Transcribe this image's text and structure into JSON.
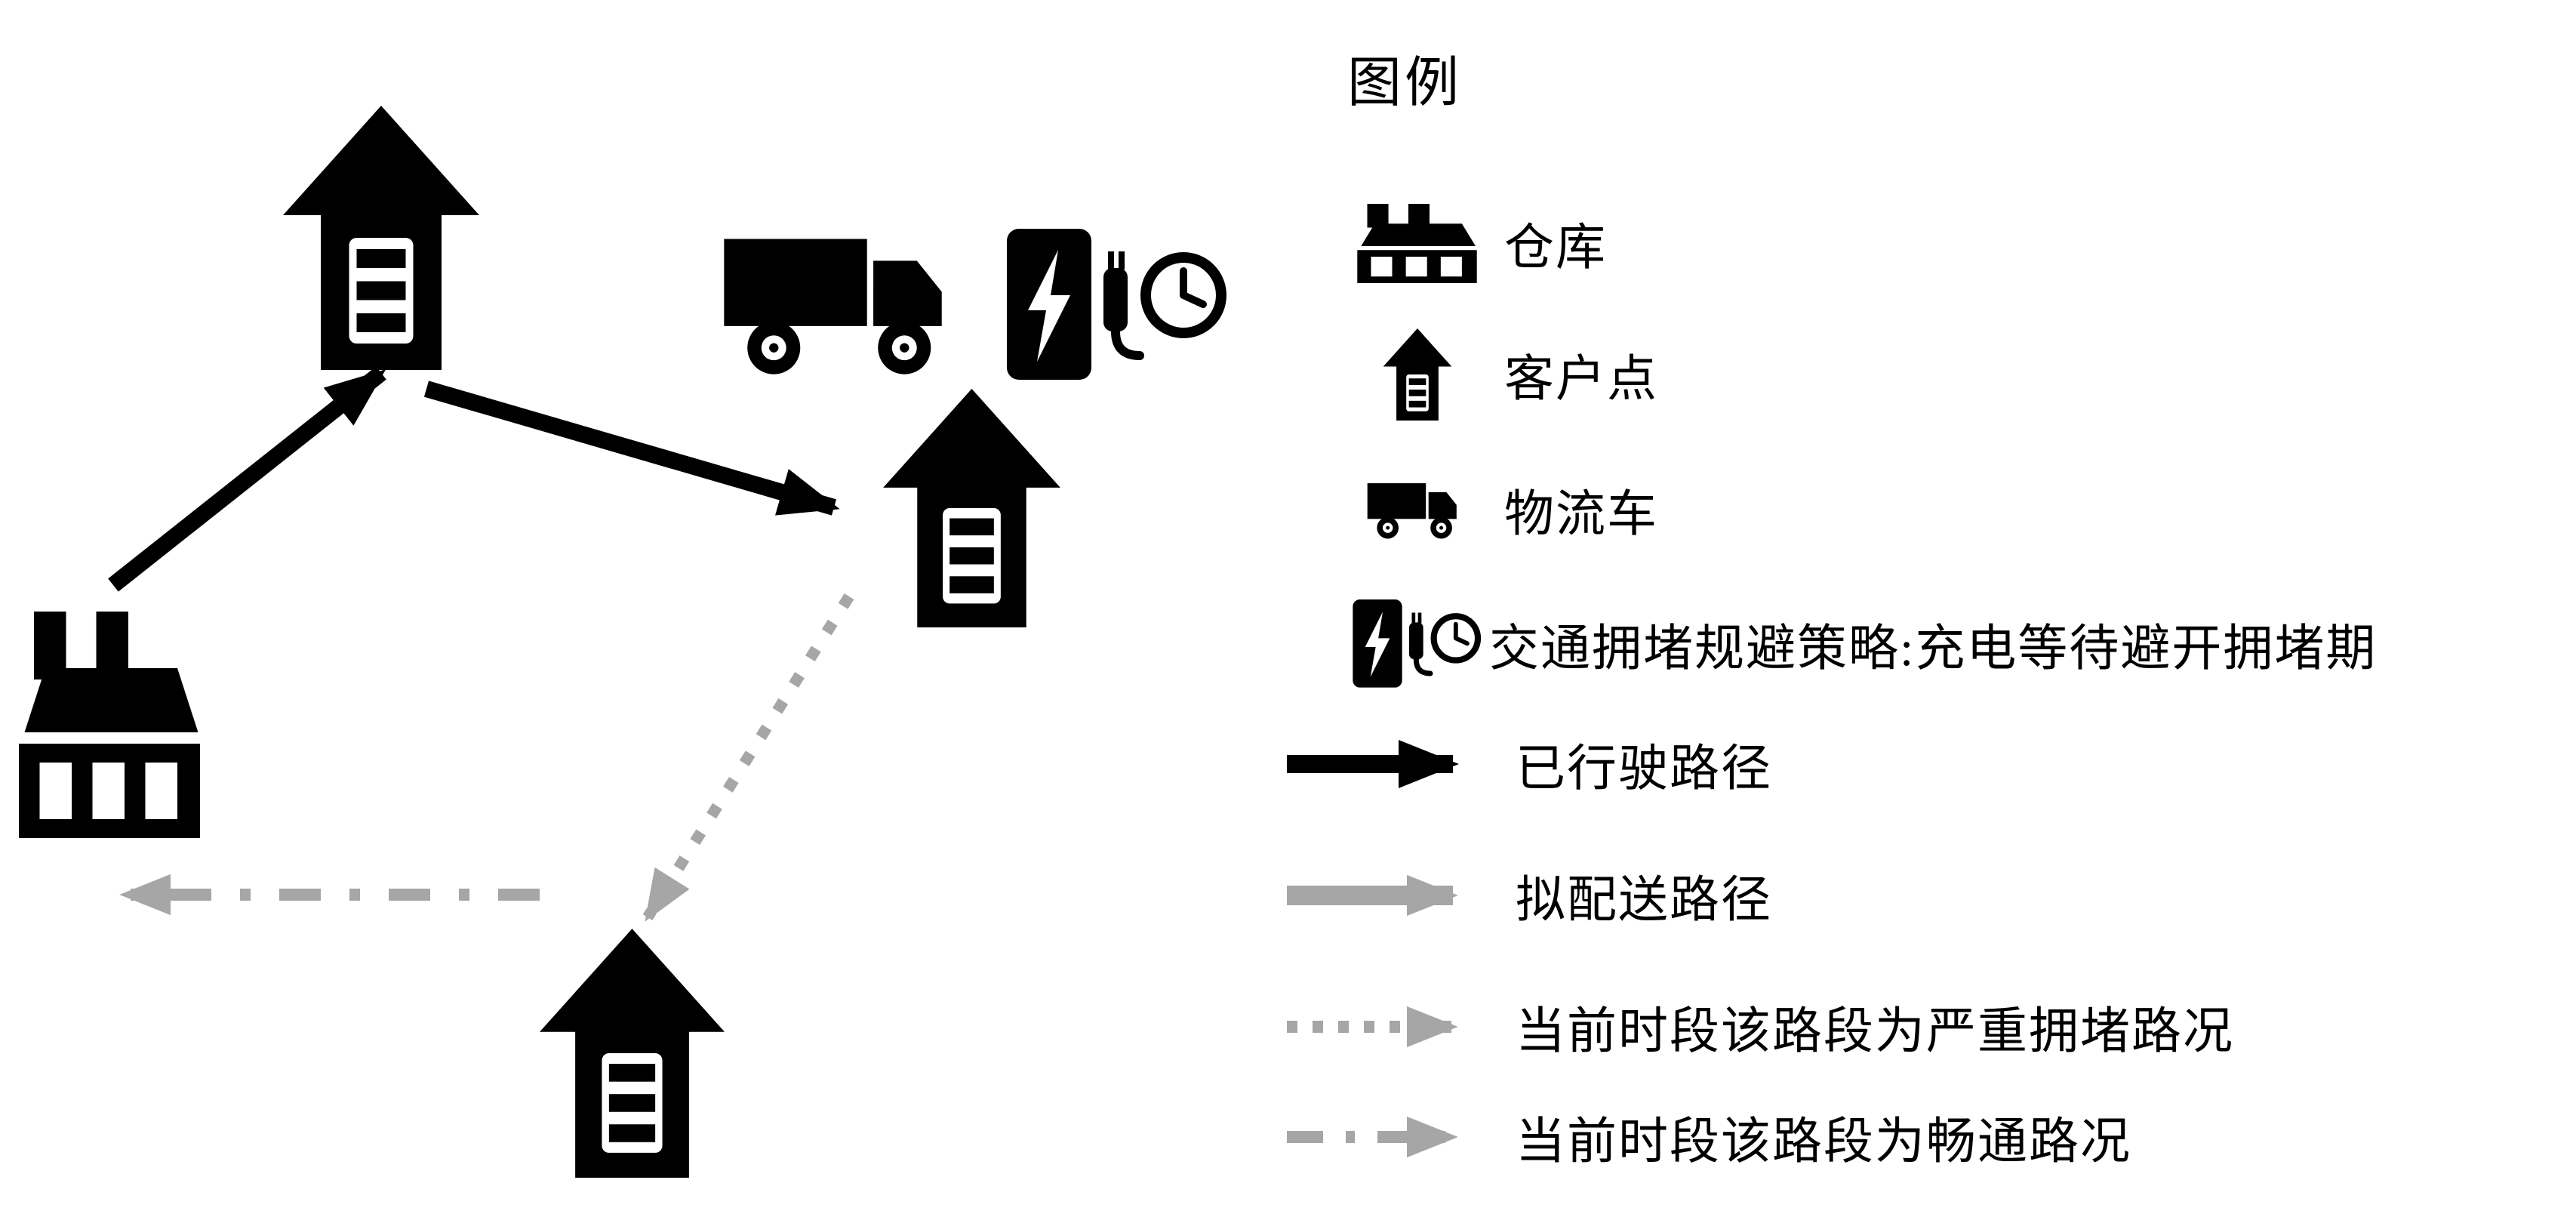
{
  "colors": {
    "black": "#000000",
    "gray": "#a6a6a6",
    "background": "#ffffff"
  },
  "legend": {
    "title": "图例",
    "items": [
      {
        "icon": "warehouse-icon",
        "label": "仓库"
      },
      {
        "icon": "customer-point-icon",
        "label": "客户点"
      },
      {
        "icon": "logistics-truck-icon",
        "label": "物流车"
      },
      {
        "icon": "charging-wait-icon",
        "label": "交通拥堵规避策略:充电等待避开拥堵期"
      },
      {
        "icon": "solid-black-arrow",
        "label": "已行驶路径"
      },
      {
        "icon": "solid-gray-arrow",
        "label": "拟配送路径"
      },
      {
        "icon": "dotted-gray-arrow",
        "label": "当前时段该路段为严重拥堵路况"
      },
      {
        "icon": "dash-dot-gray-arrow",
        "label": "当前时段该路段为畅通路况"
      }
    ]
  },
  "diagram": {
    "nodes": [
      {
        "id": "warehouse",
        "type": "warehouse-icon"
      },
      {
        "id": "customer-top",
        "type": "customer-point-icon"
      },
      {
        "id": "customer-mid",
        "type": "customer-point-icon"
      },
      {
        "id": "customer-bottom",
        "type": "customer-point-icon"
      },
      {
        "id": "truck",
        "type": "logistics-truck-icon"
      },
      {
        "id": "charging-wait",
        "type": "charging-wait-icon"
      }
    ],
    "edges": [
      {
        "from": "warehouse",
        "to": "customer-top",
        "style": "solid-black-arrow"
      },
      {
        "from": "customer-top",
        "to": "customer-mid",
        "style": "solid-black-arrow"
      },
      {
        "from": "customer-mid",
        "to": "customer-bottom",
        "style": "dotted-gray-arrow"
      },
      {
        "from": "customer-bottom",
        "to": "warehouse",
        "style": "dash-dot-gray-arrow"
      }
    ]
  }
}
